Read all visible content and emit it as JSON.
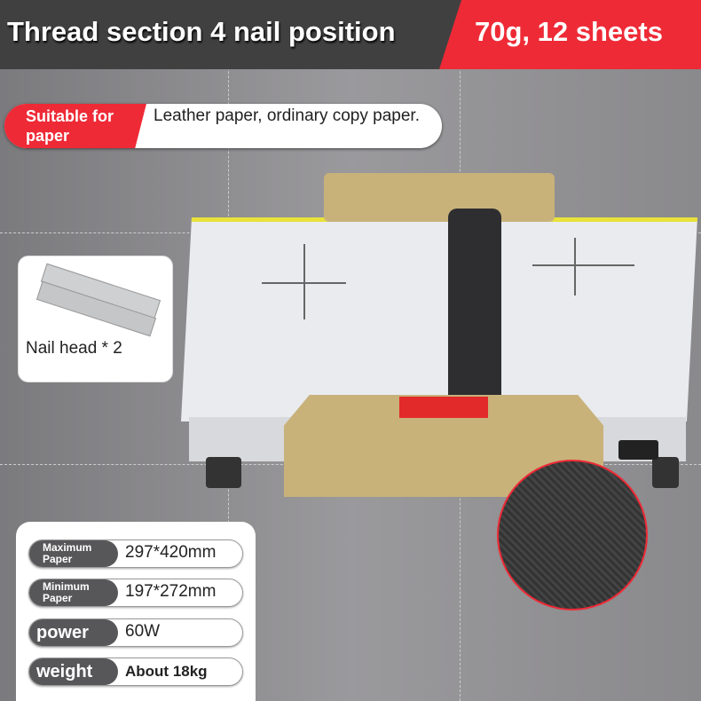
{
  "header": {
    "title": "Thread section 4 nail position",
    "highlight": "70g, 12 sheets"
  },
  "suitable": {
    "label": "Suitable for paper",
    "value": "Leather paper, ordinary copy paper."
  },
  "nail": {
    "label": "Nail head * 2"
  },
  "specs": [
    {
      "key": "Maximum Paper",
      "value": "297*420mm"
    },
    {
      "key": "Minimum Paper",
      "value": "197*272mm"
    },
    {
      "key": "power",
      "value": "60W"
    },
    {
      "key": "weight",
      "value": "About 18kg"
    }
  ],
  "colors": {
    "accent": "#ee2a36",
    "dark": "#414041",
    "machine_body": "#c8b27a"
  }
}
